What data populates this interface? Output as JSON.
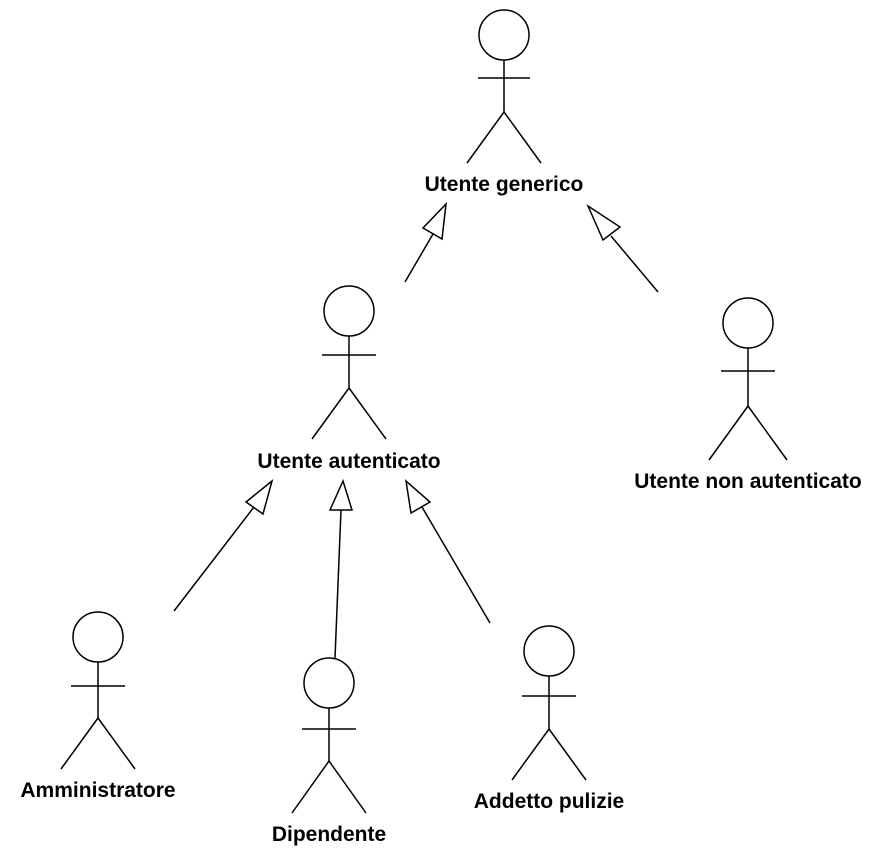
{
  "diagram": {
    "type": "uml-use-case-actor-generalization",
    "actors": [
      {
        "id": "generico",
        "label": "Utente generico"
      },
      {
        "id": "autenticato",
        "label": "Utente autenticato"
      },
      {
        "id": "non_autenticato",
        "label": "Utente non autenticato"
      },
      {
        "id": "amministratore",
        "label": "Amministratore"
      },
      {
        "id": "dipendente",
        "label": "Dipendente"
      },
      {
        "id": "addetto",
        "label": "Addetto pulizie"
      }
    ],
    "generalizations": [
      {
        "from": "autenticato",
        "to": "generico"
      },
      {
        "from": "non_autenticato",
        "to": "generico"
      },
      {
        "from": "amministratore",
        "to": "autenticato"
      },
      {
        "from": "dipendente",
        "to": "autenticato"
      },
      {
        "from": "addetto",
        "to": "autenticato"
      }
    ]
  }
}
